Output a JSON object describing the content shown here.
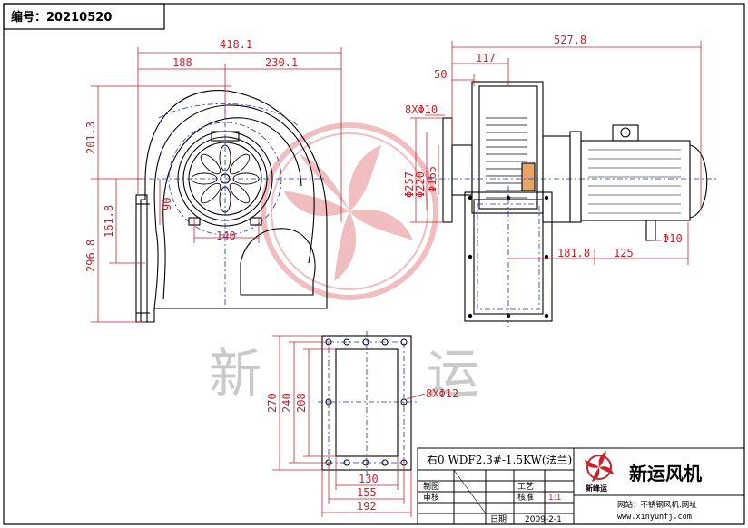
{
  "drawing_number_label": "编号：20210520",
  "watermark": {
    "line1": "新",
    "line2": "运"
  },
  "dimensions": {
    "d_418_1": "418.1",
    "d_188": "188",
    "d_230_1": "230.1",
    "d_201_3": "201.3",
    "d_161_8": "161.8",
    "d_296_8": "296.8",
    "d_90": "90",
    "d_140": "140",
    "d_527_8": "527.8",
    "d_117": "117",
    "d_50": "50",
    "d_8x10": "8XΦ10",
    "d_257": "Φ257",
    "d_220": "Φ220",
    "d_165": "Φ165",
    "d_181_8": "181.8",
    "d_125": "125",
    "d_phi10": "Φ10",
    "d_270": "270",
    "d_240": "240",
    "d_208": "208",
    "d_8x12": "8XΦ12",
    "d_130": "130",
    "d_155": "155",
    "d_192": "192"
  },
  "title_block": {
    "model": "右0 WDF2.3#-1.5KW(法兰)",
    "row_draw": "制图",
    "row_check": "审核",
    "row_process": "工艺",
    "row_verify": "核准",
    "scale": "1:1",
    "date_label": "日期",
    "date": "2009-2-1",
    "company": "新运风机",
    "logo_text": "新峰运",
    "website_label": "网站：不锈钢风机.网址",
    "website_url": "www.xinyunfj.com"
  },
  "colors": {
    "drawing": "#000000",
    "dimension": "#c8232b",
    "centerline": "#1f2fb5",
    "watermark_red": "#e58a8e",
    "watermark_grey": "#bdbdbd"
  }
}
